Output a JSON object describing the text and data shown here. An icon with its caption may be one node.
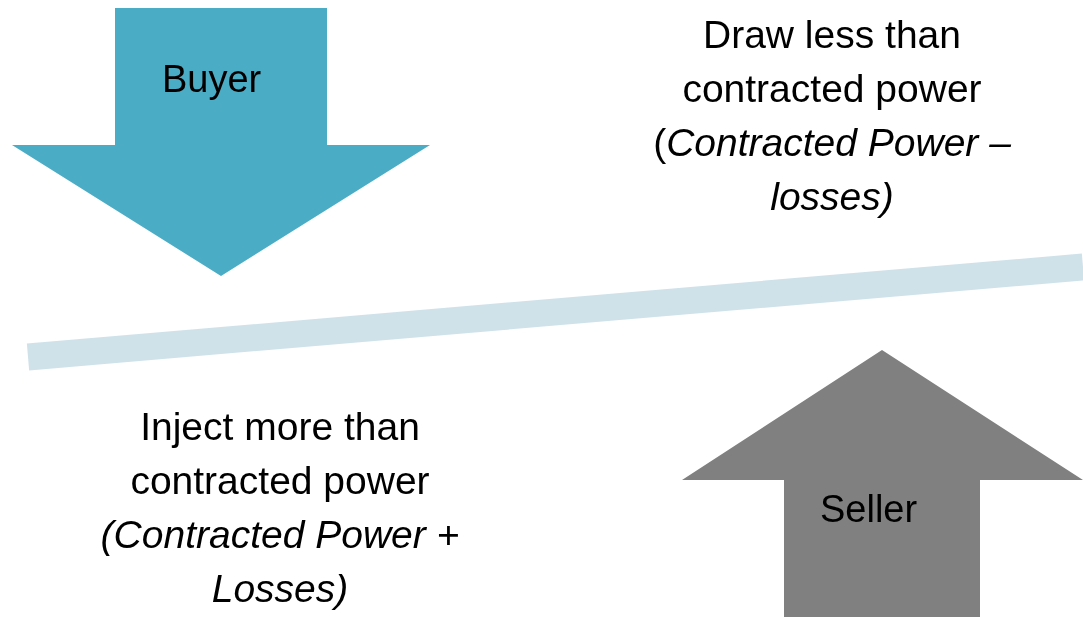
{
  "diagram": {
    "nodes": [
      {
        "text": [
          "Buyer"
        ]
      },
      {
        "text": [
          "Seller"
        ]
      }
    ],
    "labels": [
      "Draw less than contracted power (*Contracted Power – losses)*",
      "Inject more than contracted power *(Contracted Power + Losses)*"
    ]
  }
}
